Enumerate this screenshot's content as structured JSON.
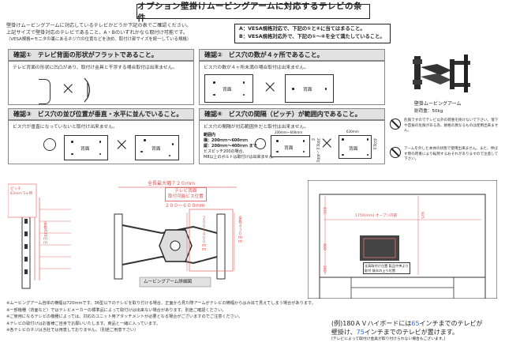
{
  "title": "オプション壁掛けムービングアームに対応するテレビの条件",
  "intro": [
    "壁掛けムービングアームに対応しているテレビかどうか下記の表でご確認ください。",
    "上記サイズで壁掛対応のテレビであること、A・Bのいずれかなら取付け可能です。",
    "（VESA規格=モニタの裏にあるネジ穴の位置などを決め、取付け部サイズを統一している規格）"
  ],
  "conditions": {
    "a": "A：VESA規格対応で、下記の①と④に当てはまること。",
    "b": "B：VESA規格対応外で、下記の①～④を全て満たしていること。"
  },
  "checks": {
    "c1": {
      "title": "確認①　テレビ背面の形状がフラットであること。",
      "desc": "テレビ背面の形状に凹凸があり、取付け金具と干渉する場合取付は出来ません。"
    },
    "c2": {
      "title": "確認②　ビス穴の数が４ヶ所であること。",
      "desc": "ビス穴の数が４ヶ所未満の場合取付は出来ません。"
    },
    "c3": {
      "title": "確認③　ビス穴の並び位置が垂直・水平に並んでいること。",
      "desc": "ビス穴が垂直になっていないと取付け出来ません。"
    },
    "c4": {
      "title": "確認④　ビス穴の間隔（ピッチ）が範囲内であること。",
      "desc": "ビス穴の間隔が対応範囲外だと取付は出来ません。"
    }
  },
  "labels": {
    "back": "背面",
    "range_title": "範囲内",
    "range_w": "横：200ｍｍ～600ｍｍ",
    "range_h": "縦：200ｍｍ～400ｍｍ まで",
    "screw_note": "ビスピッチ200の場合、",
    "screw_note2": "M8以上のボルトは取付けは出来ません。",
    "dim_w_small": "200ｍｍ～600ｍｍ",
    "dim_h_small": "200ｍｍ～400ｍｍ",
    "dim_w_big": "630ｍｍ",
    "dim_h_big": "410ｍｍ"
  },
  "product": {
    "name": "壁掛ムービングアーム",
    "weight": "耐荷重：50kg"
  },
  "cautions": [
    "危険ですのでテレビ以外の荷重を掛けないで下さい。落下や首振の危険がある為、規格の異なるものは使用出来ません。",
    "アームを外した本体の状態で使用出来ません。また、伸ばす際の荷重により転倒するおそれがありますので注意して下さい。"
  ],
  "diagram": {
    "max_width": "全長最大幅７２０ｍｍ",
    "tv_back": "テレビ背面",
    "screw_range": "取付可能ビス位置",
    "range_w": "２００～６００ｍｍ",
    "range_h": "２００～４００ｍｍ",
    "total_height": "全長４３０ｍｍ",
    "caption": "ムービングアーム詳細図",
    "left_label": "ビッチ 63mm 5ヶ所",
    "left_len": "全長430ｍｍ"
  },
  "furniture": {
    "dims": [
      "1750(ｍｍ) オープン内部",
      "435",
      "480",
      "985",
      "1420",
      "925",
      "400",
      "145",
      "280"
    ],
    "note": "全高取付け位置 製品中央より取付 既存の上り位置"
  },
  "footer": [
    "※ムービングアーム自体の横幅は720mmです。36型以下のテレビを取り付ける場合、正面から見た際アームがテレビの横幅からはみ出て見えてしまう場合があります。",
    "※一部機種（背面など）ではテレビメーカーの標準品によって取付けは出来ない場合があります。別途ご確認ください。",
    "※ご使用になるテレビの機種によっては、対応のユニット用アタッチメントが必要となる場合がございますのでご注意ください。",
    "※テレビの取付けはお客様ご自身でお願いいたします。商品と一緒に入っています。",
    "※各テレビのネジは当社では用意しておりません。（別途ご用意下さい）"
  ],
  "bottom_note": {
    "line1_pre": "(例)180ＡＶハイボードには",
    "line1_num": "65",
    "line1_post": "インチまでのテレビが",
    "line2_pre": "壁掛け、",
    "line2_num": "75",
    "line2_post": "インチまでのテレビが置けます。",
    "line3": "(テレビによって取付け金具が取り付けられない場合もございます。)"
  }
}
